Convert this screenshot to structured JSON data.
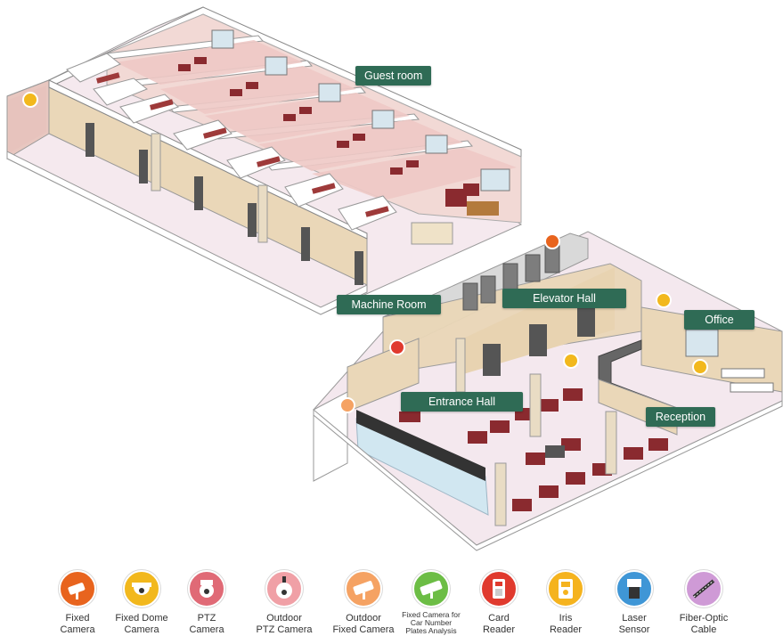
{
  "rooms": {
    "guest_room": "Guest room",
    "machine_room": "Machine Room",
    "elevator_hall": "Elevator Hall",
    "office": "Office",
    "entrance_hall": "Entrance Hall",
    "reception": "Reception"
  },
  "legend": [
    {
      "label": "Fixed\nCamera",
      "icon": "fixed-camera-icon",
      "color": "#e8641e"
    },
    {
      "label": "Fixed Dome\nCamera",
      "icon": "fixed-dome-camera-icon",
      "color": "#f2b81d"
    },
    {
      "label": "PTZ\nCamera",
      "icon": "ptz-camera-icon",
      "color": "#e06a76"
    },
    {
      "label": "Outdoor\nPTZ Camera",
      "icon": "outdoor-ptz-camera-icon",
      "color": "#f0a0a6"
    },
    {
      "label": "Outdoor\nFixed Camera",
      "icon": "outdoor-fixed-camera-icon",
      "color": "#f5a263"
    },
    {
      "label": "Fixed Camera for\nCar Number\nPlates Analysis",
      "icon": "plate-camera-icon",
      "color": "#6cbd45"
    },
    {
      "label": "Card\nReader",
      "icon": "card-reader-icon",
      "color": "#e03a2e"
    },
    {
      "label": "Iris\nReader",
      "icon": "iris-reader-icon",
      "color": "#f5b31e"
    },
    {
      "label": "Laser\nSensor",
      "icon": "laser-sensor-icon",
      "color": "#3f96d6"
    },
    {
      "label": "Fiber-Optic\nCable",
      "icon": "fiber-optic-cable-icon",
      "color": "#cf9ad6"
    }
  ]
}
